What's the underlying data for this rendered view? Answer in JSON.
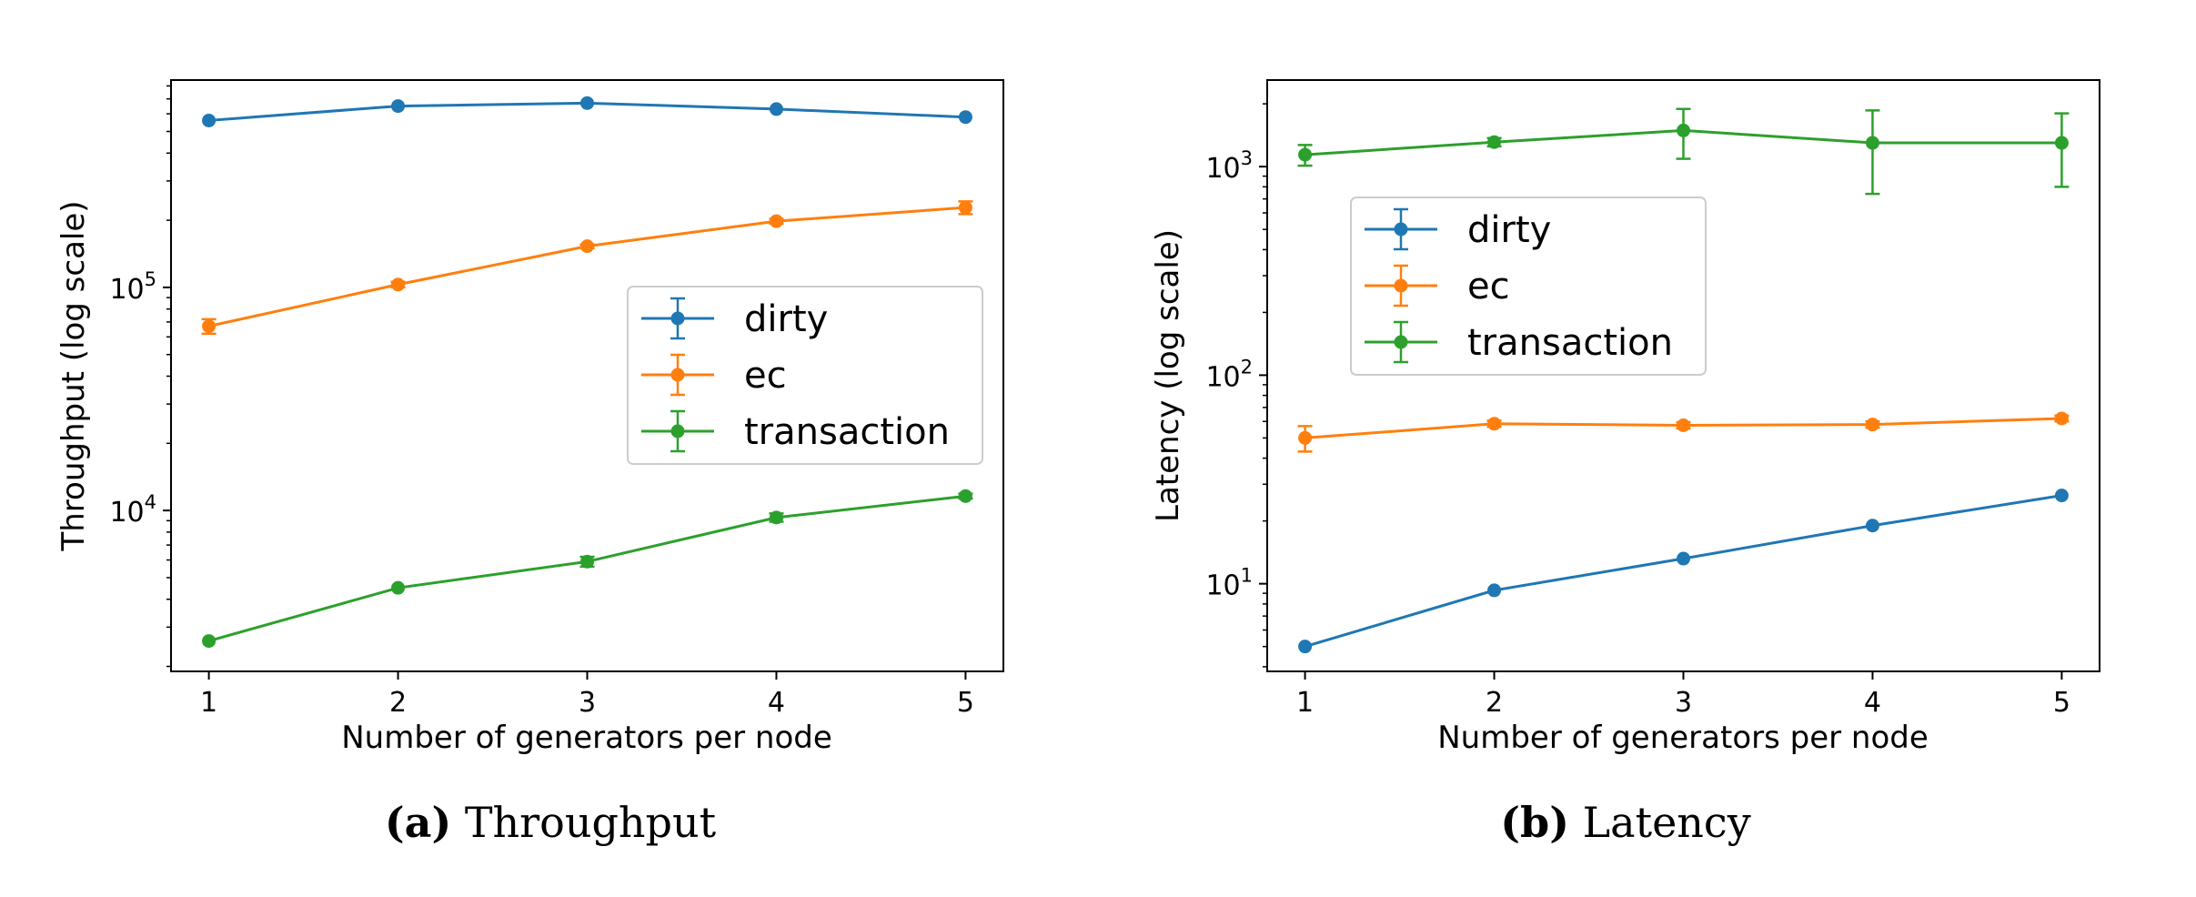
{
  "colors": {
    "dirty": "#1f77b4",
    "ec": "#ff7f0e",
    "transaction": "#2ca02c"
  },
  "chart_data": [
    {
      "type": "line",
      "caption_tag": "(a)",
      "caption_text": "Throughput",
      "xlabel": "Number of generators per node",
      "ylabel": "Throughput (log scale)",
      "yscale": "log",
      "x": [
        1,
        2,
        3,
        4,
        5
      ],
      "xlim": [
        0.8,
        5.2
      ],
      "ylim": [
        1900,
        850000
      ],
      "yticks": [
        {
          "base": "10",
          "exp": "4",
          "value": 10000
        },
        {
          "base": "10",
          "exp": "5",
          "value": 100000
        }
      ],
      "grid": false,
      "legend_position": "center-right",
      "series": [
        {
          "name": "dirty",
          "values": [
            560000,
            650000,
            670000,
            630000,
            580000
          ],
          "err": [
            0,
            0,
            0,
            0,
            0
          ]
        },
        {
          "name": "ec",
          "values": [
            67000,
            103000,
            153000,
            198000,
            228000
          ],
          "err": [
            5000,
            3000,
            3000,
            5000,
            15000
          ]
        },
        {
          "name": "transaction",
          "values": [
            2600,
            4500,
            5900,
            9300,
            11600
          ],
          "err": [
            0,
            0,
            300,
            400,
            300
          ]
        }
      ]
    },
    {
      "type": "line",
      "caption_tag": "(b)",
      "caption_text": "Latency",
      "xlabel": "Number of generators per node",
      "ylabel": "Latency (log scale)",
      "yscale": "log",
      "x": [
        1,
        2,
        3,
        4,
        5
      ],
      "xlim": [
        0.8,
        5.2
      ],
      "ylim": [
        3.8,
        2600
      ],
      "yticks": [
        {
          "base": "10",
          "exp": "1",
          "value": 10
        },
        {
          "base": "10",
          "exp": "2",
          "value": 100
        },
        {
          "base": "10",
          "exp": "3",
          "value": 1000
        }
      ],
      "grid": false,
      "legend_position": "upper-left",
      "series": [
        {
          "name": "dirty",
          "values": [
            5,
            9.3,
            13.2,
            19,
            26.5
          ],
          "err": [
            0,
            0,
            0,
            0,
            0
          ]
        },
        {
          "name": "ec",
          "values": [
            50,
            58.5,
            57.5,
            58,
            62
          ],
          "err": [
            7,
            2,
            2,
            2,
            2
          ]
        },
        {
          "name": "transaction",
          "values": [
            1140,
            1310,
            1490,
            1300,
            1300
          ],
          "err": [
            130,
            60,
            400,
            560,
            500
          ]
        }
      ]
    }
  ]
}
